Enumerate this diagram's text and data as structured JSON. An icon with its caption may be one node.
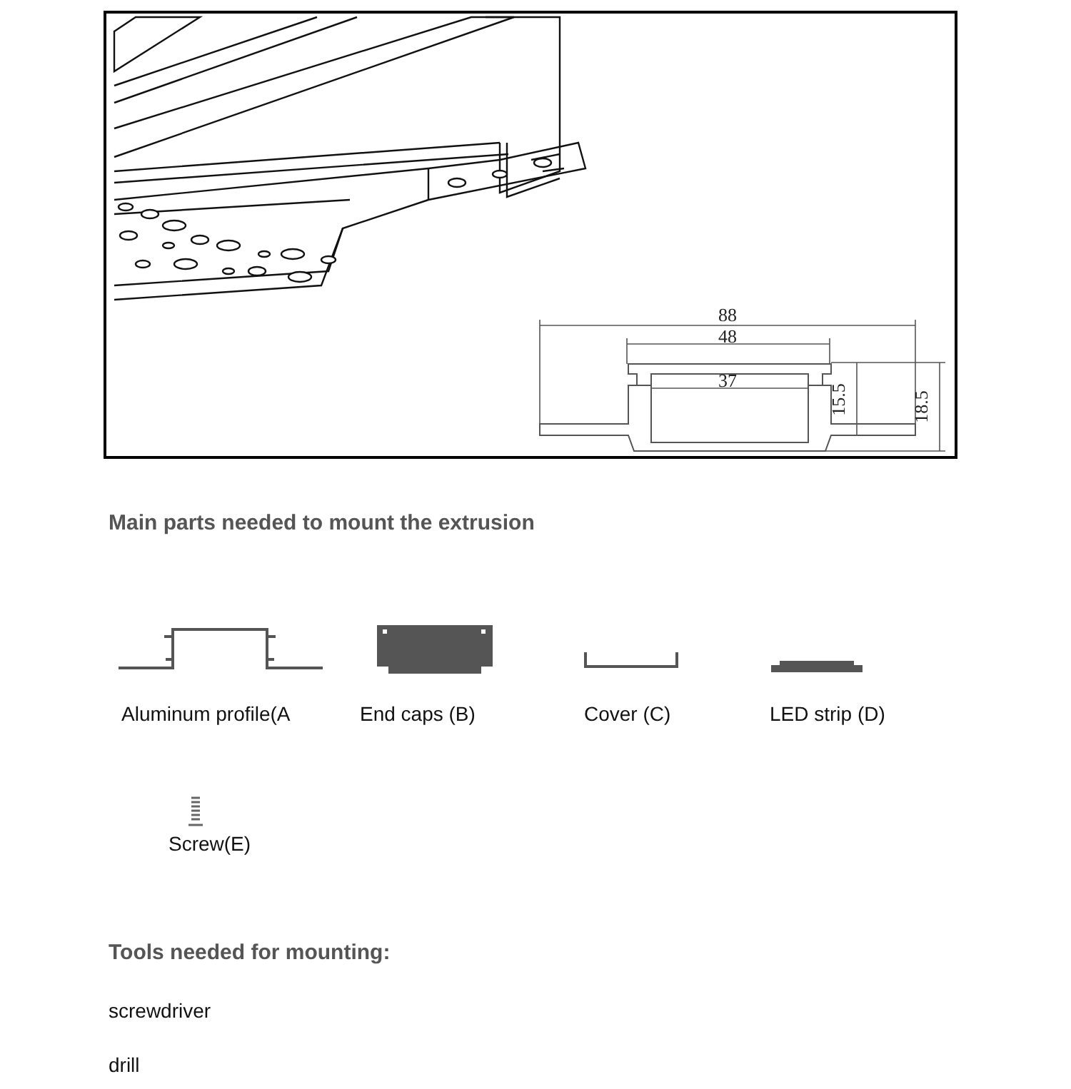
{
  "diagram": {
    "labels": [
      "88",
      "48",
      "37",
      "15.5",
      "18.5",
      "Main parts needed to mount the extrusion",
      "Aluminum profile(A",
      "End caps (B)",
      "Cover (C)",
      "LED strip (D)",
      "Screw(E)",
      "Tools needed for mounting:",
      "screwdriver",
      "drill"
    ]
  }
}
